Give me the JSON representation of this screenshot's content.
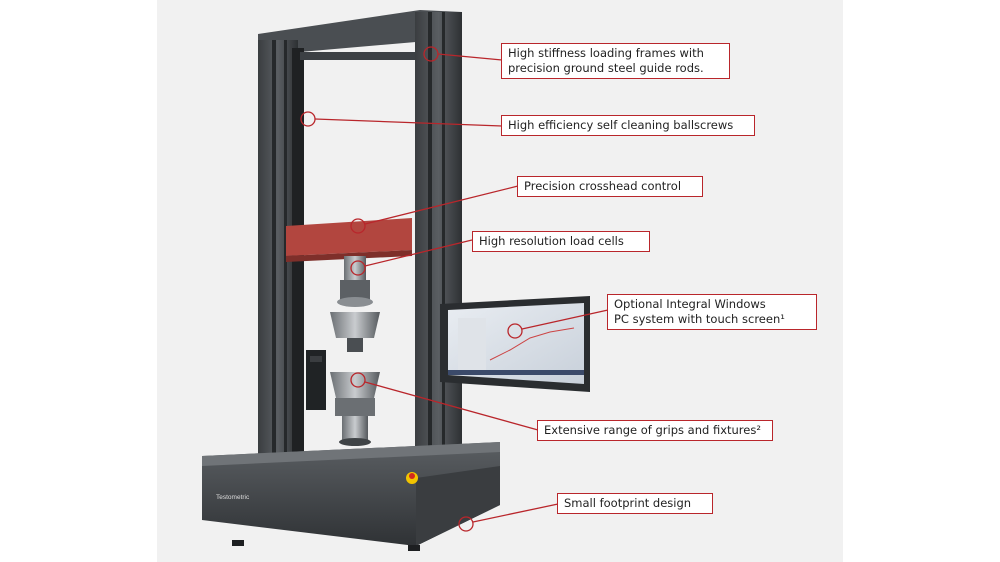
{
  "brand": {
    "name": "Testometric",
    "accent": "#b9262b"
  },
  "callouts": [
    {
      "id": "frames",
      "lines": [
        "High stiffness loading frames with",
        "precision ground steel guide rods."
      ]
    },
    {
      "id": "ballscrews",
      "lines": [
        "High efficiency self cleaning ballscrews"
      ]
    },
    {
      "id": "crosshead",
      "lines": [
        "Precision crosshead control"
      ]
    },
    {
      "id": "loadcells",
      "lines": [
        "High resolution load cells"
      ]
    },
    {
      "id": "windows",
      "lines": [
        "Optional Integral Windows",
        "PC system with touch screen¹"
      ]
    },
    {
      "id": "grips",
      "lines": [
        "Extensive range of grips and fixtures²"
      ]
    },
    {
      "id": "footprint",
      "lines": [
        "Small footprint design"
      ]
    }
  ]
}
